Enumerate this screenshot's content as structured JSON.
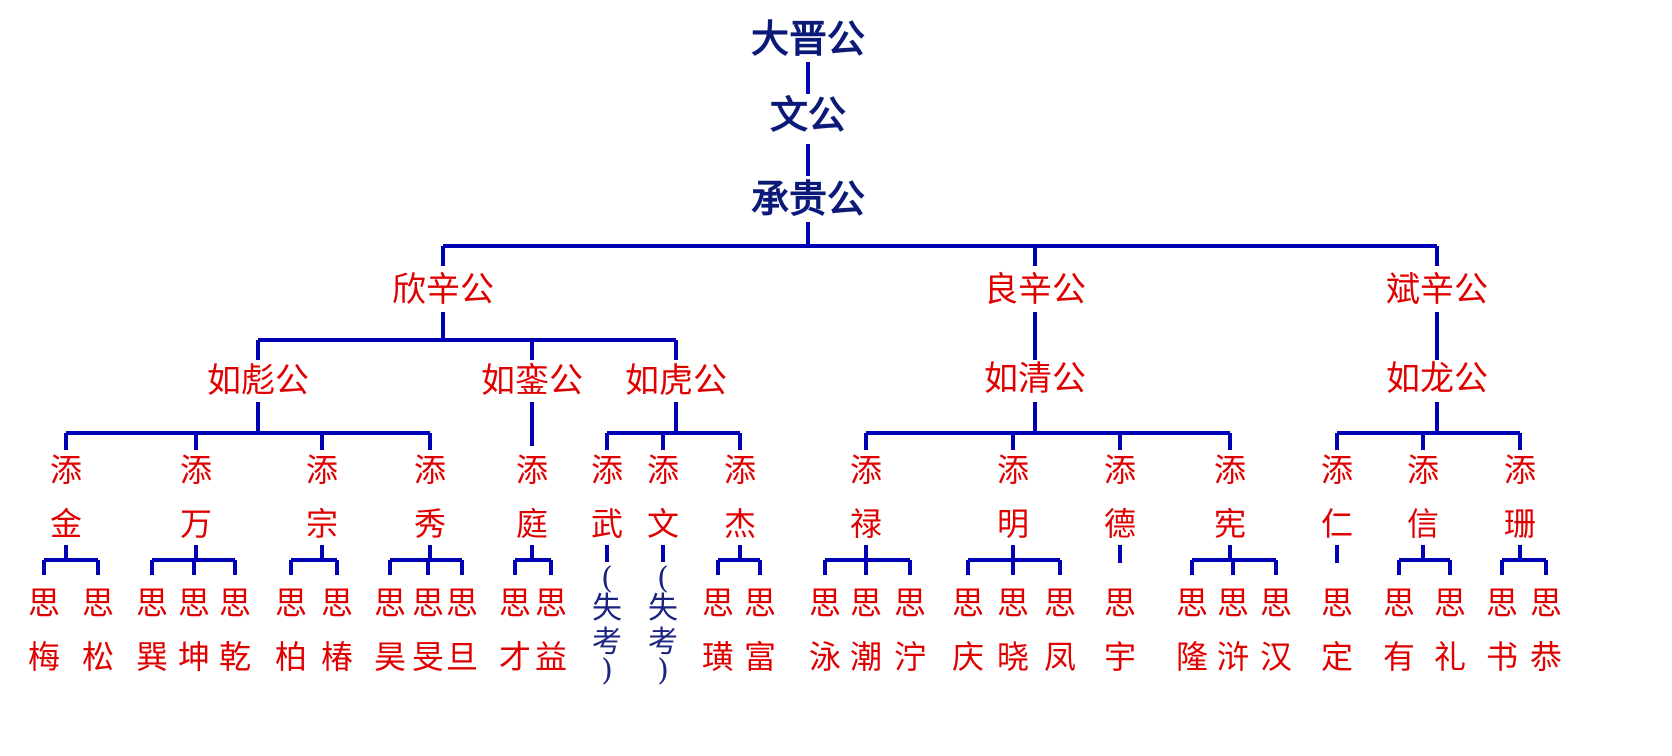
{
  "colors": {
    "line": "#0000b4",
    "ancestor": "#0b1a78",
    "descendant": "#e00000",
    "note": "#1a237e"
  },
  "ancestors": [
    "大晋公",
    "文公",
    "承贵公"
  ],
  "branches": [
    {
      "name": "欣辛公",
      "sons": [
        {
          "name": "如彪公",
          "grandsons": [
            {
              "surname": "添",
              "given": "金",
              "children": [
                {
                  "gen": "思",
                  "name": "梅"
                },
                {
                  "gen": "思",
                  "name": "松"
                }
              ]
            },
            {
              "surname": "添",
              "given": "万",
              "children": [
                {
                  "gen": "思",
                  "name": "巽"
                },
                {
                  "gen": "思",
                  "name": "坤"
                },
                {
                  "gen": "思",
                  "name": "乾"
                }
              ]
            },
            {
              "surname": "添",
              "given": "宗",
              "children": [
                {
                  "gen": "思",
                  "name": "柏"
                },
                {
                  "gen": "思",
                  "name": "椿"
                }
              ]
            },
            {
              "surname": "添",
              "given": "秀",
              "children": [
                {
                  "gen": "思",
                  "name": "昊"
                },
                {
                  "gen": "思",
                  "name": "旻"
                },
                {
                  "gen": "思",
                  "name": "旦"
                }
              ]
            }
          ]
        },
        {
          "name": "如銮公",
          "grandsons": [
            {
              "surname": "添",
              "given": "庭",
              "children": [
                {
                  "gen": "思",
                  "name": "才"
                },
                {
                  "gen": "思",
                  "name": "益"
                }
              ]
            }
          ]
        },
        {
          "name": "如虎公",
          "grandsons": [
            {
              "surname": "添",
              "given": "武",
              "note": [
                "(",
                "失",
                "考",
                ")"
              ]
            },
            {
              "surname": "添",
              "given": "文",
              "note": [
                "(",
                "失",
                "考",
                ")"
              ]
            },
            {
              "surname": "添",
              "given": "杰",
              "children": [
                {
                  "gen": "思",
                  "name": "璜"
                },
                {
                  "gen": "思",
                  "name": "富"
                }
              ]
            }
          ]
        }
      ]
    },
    {
      "name": "良辛公",
      "sons": [
        {
          "name": "如清公",
          "grandsons": [
            {
              "surname": "添",
              "given": "禄",
              "children": [
                {
                  "gen": "思",
                  "name": "泳"
                },
                {
                  "gen": "思",
                  "name": "潮"
                },
                {
                  "gen": "思",
                  "name": "泞"
                }
              ]
            },
            {
              "surname": "添",
              "given": "明",
              "children": [
                {
                  "gen": "思",
                  "name": "庆"
                },
                {
                  "gen": "思",
                  "name": "晓"
                },
                {
                  "gen": "思",
                  "name": "凤"
                }
              ]
            },
            {
              "surname": "添",
              "given": "德",
              "children": [
                {
                  "gen": "思",
                  "name": "宇"
                }
              ]
            },
            {
              "surname": "添",
              "given": "宪",
              "children": [
                {
                  "gen": "思",
                  "name": "隆"
                },
                {
                  "gen": "思",
                  "name": "浒"
                },
                {
                  "gen": "思",
                  "name": "汉"
                }
              ]
            }
          ]
        }
      ]
    },
    {
      "name": "斌辛公",
      "sons": [
        {
          "name": "如龙公",
          "grandsons": [
            {
              "surname": "添",
              "given": "仁",
              "children": [
                {
                  "gen": "思",
                  "name": "定"
                }
              ]
            },
            {
              "surname": "添",
              "given": "信",
              "children": [
                {
                  "gen": "思",
                  "name": "有"
                },
                {
                  "gen": "思",
                  "name": "礼"
                }
              ]
            },
            {
              "surname": "添",
              "given": "珊",
              "children": [
                {
                  "gen": "思",
                  "name": "书"
                },
                {
                  "gen": "思",
                  "name": "恭"
                }
              ]
            }
          ]
        }
      ]
    }
  ]
}
